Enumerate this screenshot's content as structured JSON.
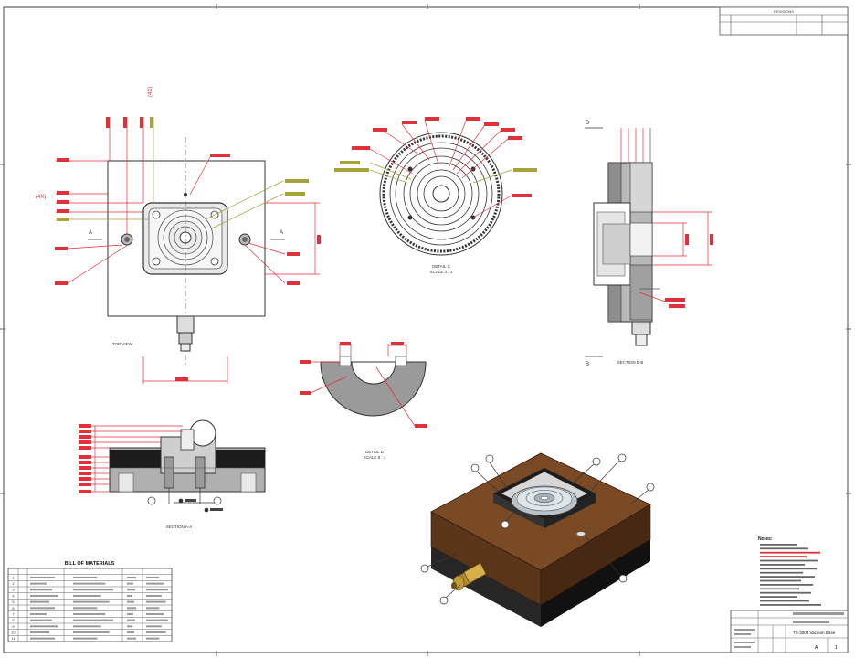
{
  "sheet": {
    "revisions_title": "REVISIONS",
    "views": {
      "top": "TOP VIEW",
      "detail_c": "DETAIL C",
      "detail_c_scale": "SCALE 4 : 1",
      "section_b": "SECTION B-B",
      "detail_d": "DETAIL D",
      "detail_d_scale": "SCALE 8 : 1",
      "section_a": "SECTION A-A"
    },
    "qty_callout": "(4X)",
    "qty_callout_2": "(4X)",
    "section_markers": [
      "A",
      "A",
      "B",
      "B"
    ]
  },
  "bom": {
    "title": "BILL OF MATERIALS",
    "row_count": 11,
    "item_numbers": [
      "1",
      "2",
      "3",
      "4",
      "5",
      "6",
      "7",
      "8",
      "9",
      "10",
      "11"
    ]
  },
  "notes": {
    "title": "Notes:"
  },
  "title_block": {
    "title": "TS-3003 Vacuum Base",
    "sheet_size": "A",
    "sheet_no": "1"
  },
  "colors": {
    "dimension": "#e0313a",
    "leader_alt": "#a5a33a",
    "line": "#333333",
    "wood": "#7a4a25",
    "wood_side": "#5b3519",
    "base": "#2b2b2b"
  }
}
